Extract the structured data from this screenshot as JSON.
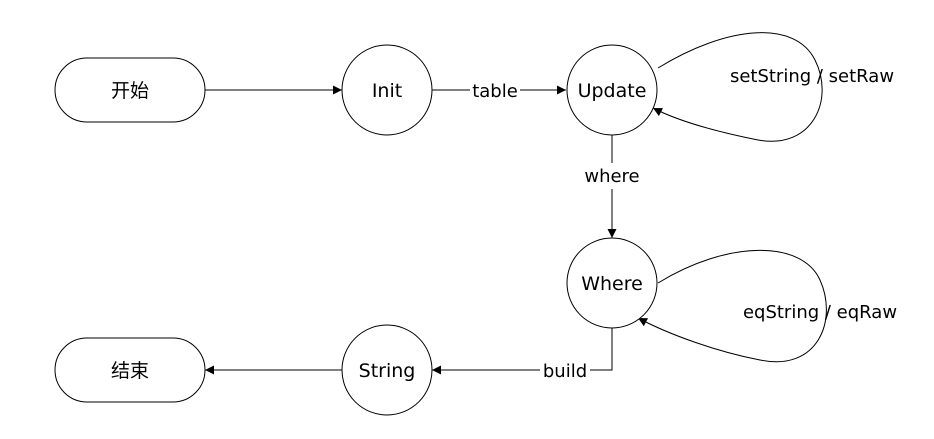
{
  "nodes": {
    "start": "开始",
    "init": "Init",
    "update": "Update",
    "where": "Where",
    "string": "String",
    "end": "结束"
  },
  "edges": {
    "table": "table",
    "where": "where",
    "build": "build",
    "set_loop": "setString / setRaw",
    "eq_loop": "eqString / eqRaw"
  }
}
